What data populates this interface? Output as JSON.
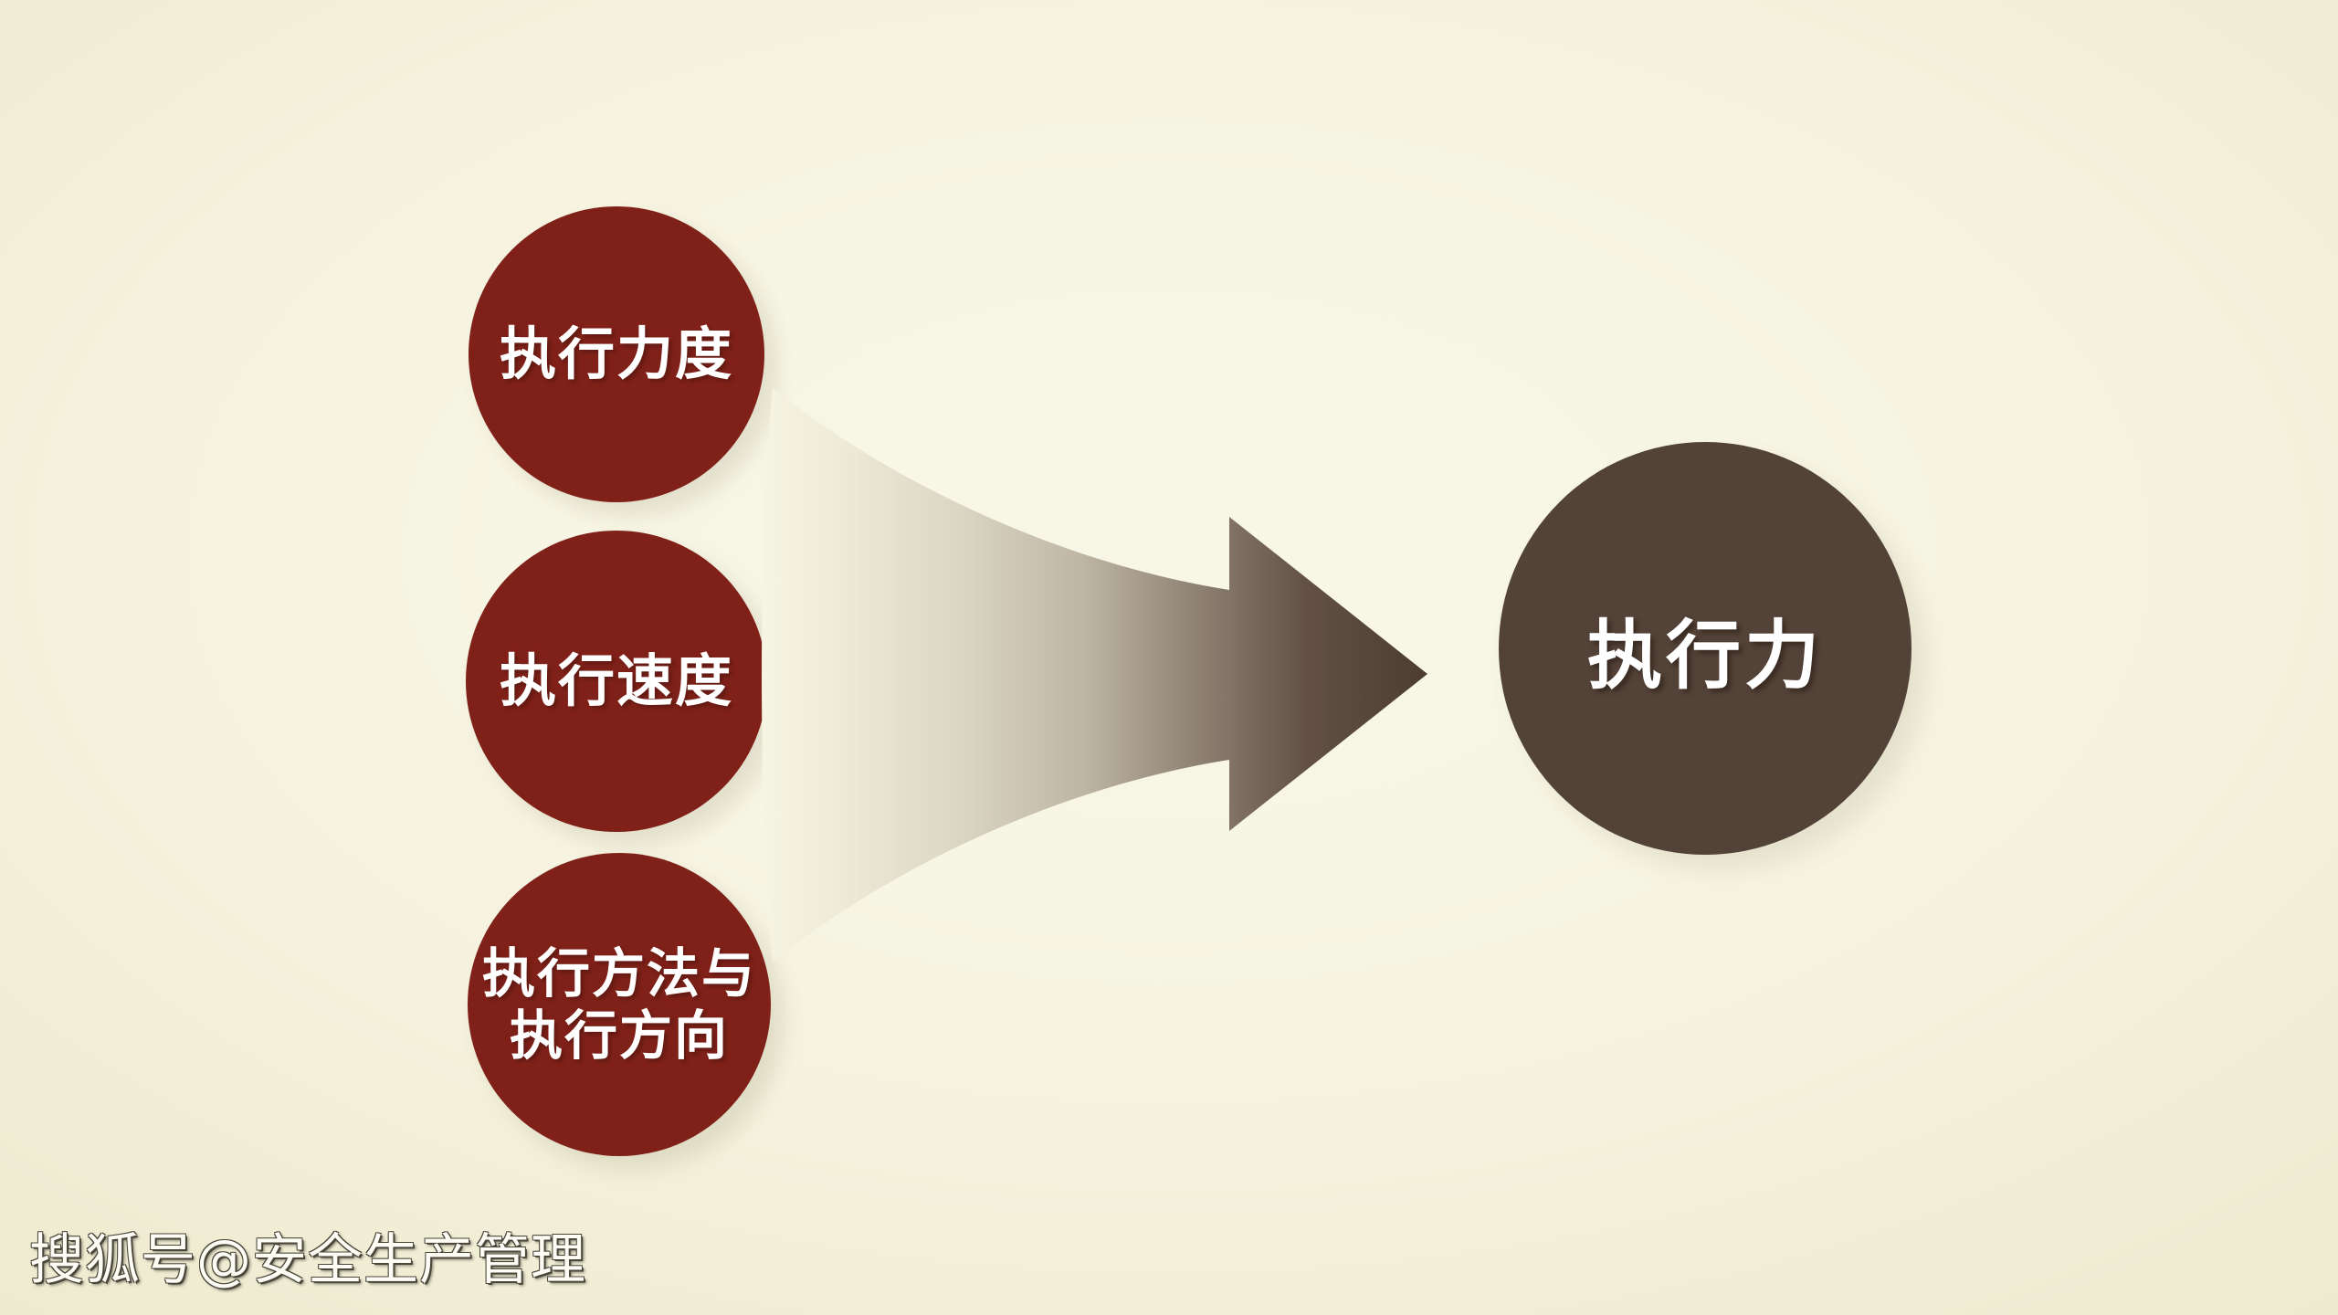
{
  "slide": {
    "background_color_center": "#F8F6E6",
    "background_color_edge": "#E8E5C4",
    "source_circle_color": "#802119",
    "target_circle_color": "#534237",
    "arrow_gradient_from": "#F5F2E0",
    "arrow_gradient_to": "#4C3C31",
    "text_color": "#FFFFFF"
  },
  "sources": [
    {
      "id": "execution-strength",
      "label": "执行力度"
    },
    {
      "id": "execution-speed",
      "label": "执行速度"
    },
    {
      "id": "execution-method-direction",
      "label": "执行方法与\n执行方向"
    }
  ],
  "arrow": {
    "name": "converging-arrow",
    "direction": "right"
  },
  "target": {
    "id": "execution-power",
    "label": "执行力"
  },
  "watermark": {
    "text": "搜狐号@安全生产管理"
  }
}
